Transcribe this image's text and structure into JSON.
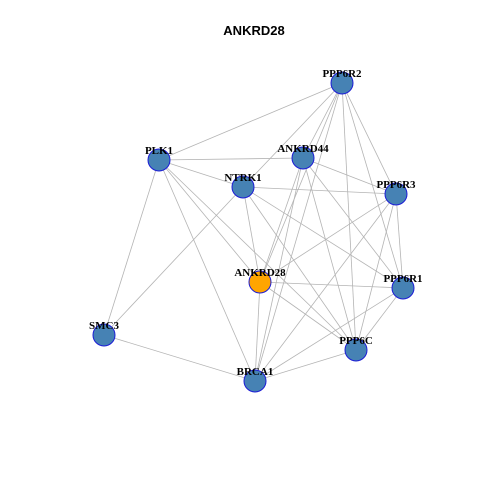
{
  "title": "ANKRD28",
  "colors": {
    "node_default": "#4682b4",
    "node_highlight": "#ffa500",
    "node_border": "#1c1cd6",
    "edge": "#b4b4b4"
  },
  "nodes": [
    {
      "id": "PPP6R2",
      "label": "PPP6R2",
      "highlight": false
    },
    {
      "id": "PLK1",
      "label": "PLK1",
      "highlight": false
    },
    {
      "id": "ANKRD44",
      "label": "ANKRD44",
      "highlight": false
    },
    {
      "id": "NTRK1",
      "label": "NTRK1",
      "highlight": false
    },
    {
      "id": "PPP6R3",
      "label": "PPP6R3",
      "highlight": false
    },
    {
      "id": "ANKRD28",
      "label": "ANKRD28",
      "highlight": true
    },
    {
      "id": "PPP6R1",
      "label": "PPP6R1",
      "highlight": false
    },
    {
      "id": "SMC3",
      "label": "SMC3",
      "highlight": false
    },
    {
      "id": "PPP6C",
      "label": "PPP6C",
      "highlight": false
    },
    {
      "id": "BRCA1",
      "label": "BRCA1",
      "highlight": false
    }
  ],
  "edges": [
    [
      "PPP6R2",
      "PLK1"
    ],
    [
      "PPP6R2",
      "NTRK1"
    ],
    [
      "PPP6R2",
      "ANKRD44"
    ],
    [
      "PPP6R2",
      "PPP6R3"
    ],
    [
      "PPP6R2",
      "PPP6R1"
    ],
    [
      "PPP6R2",
      "PPP6C"
    ],
    [
      "PPP6R2",
      "ANKRD28"
    ],
    [
      "PPP6R2",
      "BRCA1"
    ],
    [
      "PLK1",
      "ANKRD44"
    ],
    [
      "PLK1",
      "NTRK1"
    ],
    [
      "PLK1",
      "SMC3"
    ],
    [
      "PLK1",
      "BRCA1"
    ],
    [
      "PLK1",
      "ANKRD28"
    ],
    [
      "PLK1",
      "PPP6C"
    ],
    [
      "ANKRD44",
      "PPP6R3"
    ],
    [
      "ANKRD44",
      "PPP6R1"
    ],
    [
      "ANKRD44",
      "PPP6C"
    ],
    [
      "ANKRD44",
      "ANKRD28"
    ],
    [
      "ANKRD44",
      "BRCA1"
    ],
    [
      "NTRK1",
      "PPP6R3"
    ],
    [
      "NTRK1",
      "PPP6R1"
    ],
    [
      "NTRK1",
      "ANKRD28"
    ],
    [
      "NTRK1",
      "SMC3"
    ],
    [
      "NTRK1",
      "PPP6C"
    ],
    [
      "PPP6R3",
      "ANKRD28"
    ],
    [
      "PPP6R3",
      "PPP6R1"
    ],
    [
      "PPP6R3",
      "PPP6C"
    ],
    [
      "PPP6R3",
      "BRCA1"
    ],
    [
      "ANKRD28",
      "PPP6R1"
    ],
    [
      "ANKRD28",
      "BRCA1"
    ],
    [
      "ANKRD28",
      "PPP6C"
    ],
    [
      "PPP6R1",
      "PPP6C"
    ],
    [
      "PPP6R1",
      "BRCA1"
    ],
    [
      "SMC3",
      "BRCA1"
    ],
    [
      "PPP6C",
      "BRCA1"
    ]
  ]
}
